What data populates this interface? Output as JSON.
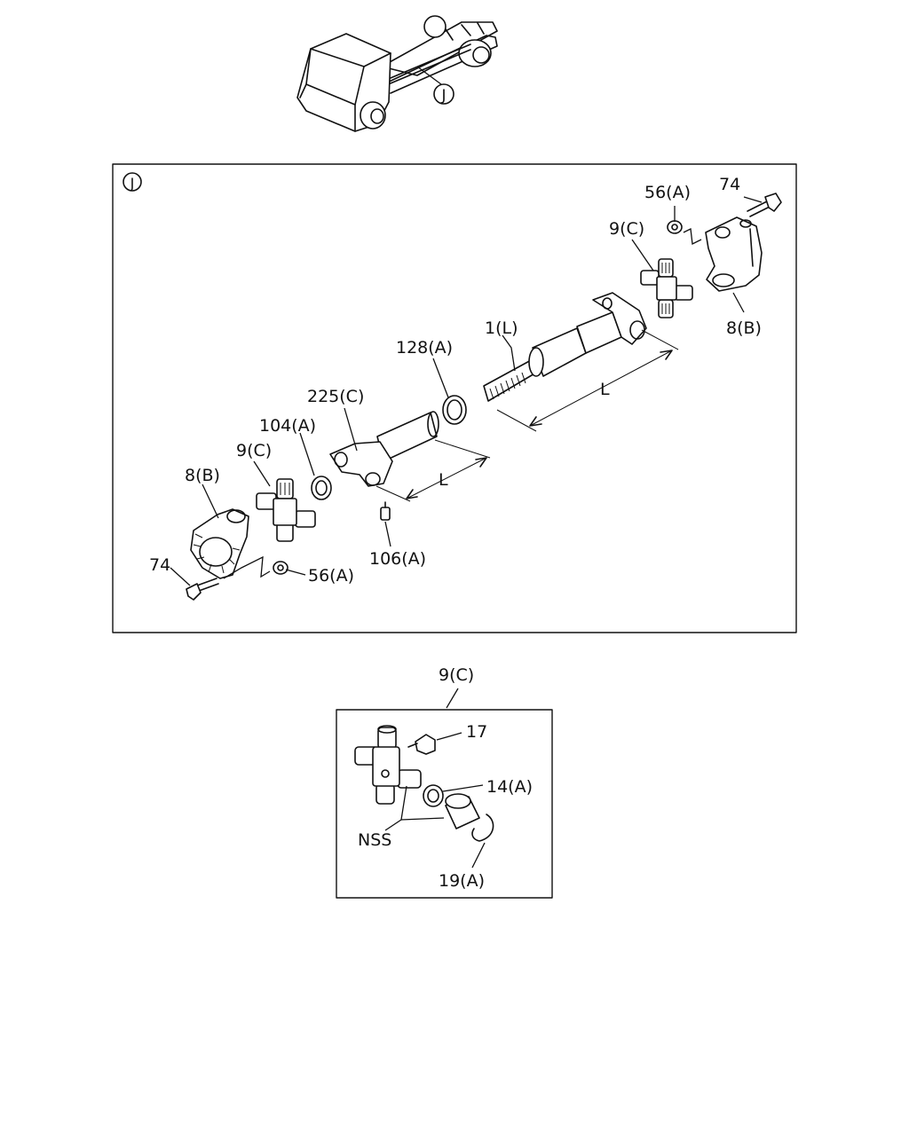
{
  "view_marker": "J",
  "callouts": {
    "p74_right": "74",
    "p56a_right": "56(A)",
    "p9c_right": "9(C)",
    "p8b_right": "8(B)",
    "p1l": "1(L)",
    "p128a": "128(A)",
    "p225c": "225(C)",
    "p104a": "104(A)",
    "p9c_left": "9(C)",
    "p8b_left": "8(B)",
    "p74_left": "74",
    "p56a_left": "56(A)",
    "p106a": "106(A)",
    "dim_l_upper": "L",
    "dim_l_lower": "L"
  },
  "detail": {
    "title": "9(C)",
    "p17": "17",
    "p14a": "14(A)",
    "nss": "NSS",
    "p19a": "19(A)"
  }
}
